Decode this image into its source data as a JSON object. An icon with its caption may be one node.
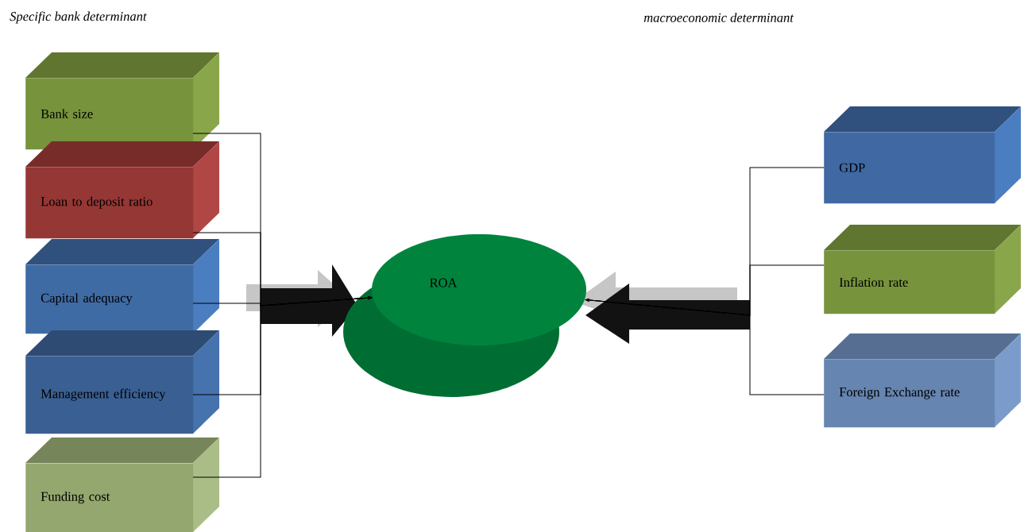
{
  "diagram": {
    "nodes": [
      {
        "text": [
          "Bank size"
        ]
      },
      {
        "text": [
          "Loan to deposit ratio"
        ]
      },
      {
        "text": [
          "Capital adequacy"
        ]
      },
      {
        "text": [
          "Management efficiency"
        ]
      },
      {
        "text": [
          "Funding cost"
        ]
      },
      {
        "text": [
          "ROA"
        ]
      },
      {
        "text": [
          "GDP"
        ]
      },
      {
        "text": [
          "Inflation rate"
        ]
      },
      {
        "text": [
          "Foreign Exchange rate"
        ]
      }
    ],
    "edges": [
      {
        "from": 0,
        "to": 5,
        "arrow": "to"
      },
      {
        "from": 1,
        "to": 5,
        "arrow": "to"
      },
      {
        "from": 2,
        "to": 5,
        "arrow": "to"
      },
      {
        "from": 3,
        "to": 5,
        "arrow": "to"
      },
      {
        "from": 4,
        "to": 5,
        "arrow": "to"
      },
      {
        "from": 6,
        "to": 5,
        "arrow": "to"
      },
      {
        "from": 7,
        "to": 5,
        "arrow": "to"
      },
      {
        "from": 8,
        "to": 5,
        "arrow": "to"
      }
    ],
    "labels": [
      "Specific bank determinant",
      "macroeconomic determinant"
    ]
  }
}
